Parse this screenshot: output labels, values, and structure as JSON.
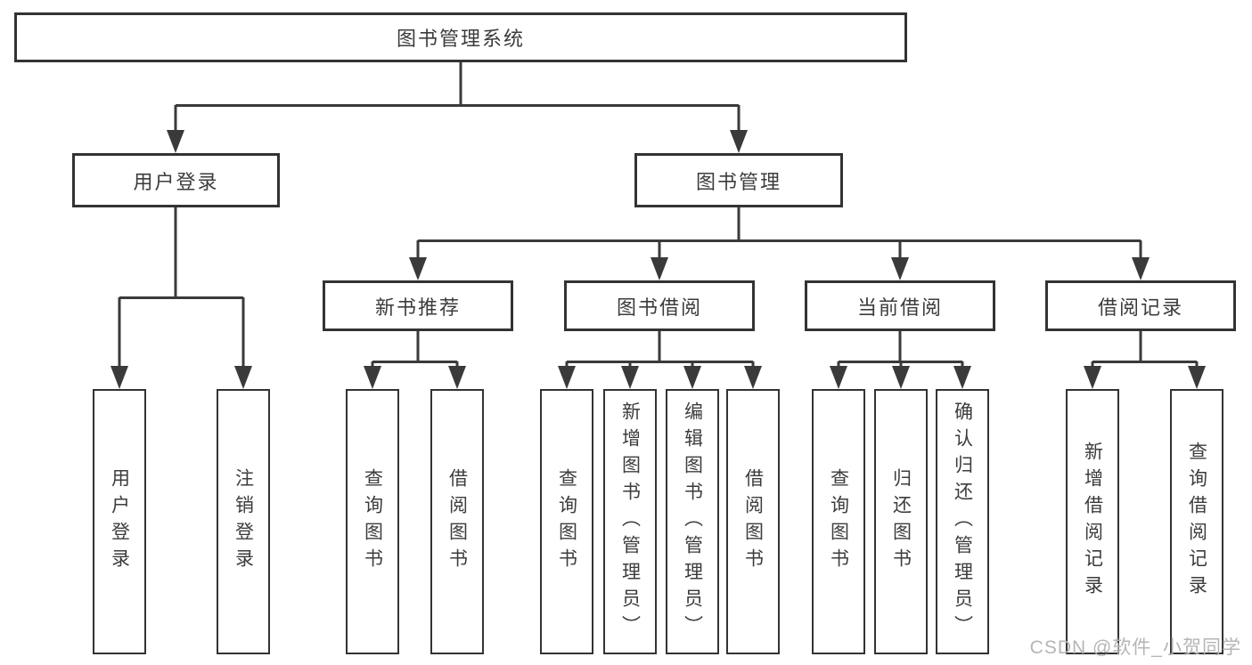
{
  "diagram": {
    "type": "hierarchy-tree",
    "root": {
      "label": "图书管理系统"
    },
    "level2": [
      {
        "id": "user-login",
        "label": "用户登录",
        "children": [
          {
            "label": "用户登录"
          },
          {
            "label": "注销登录"
          }
        ]
      },
      {
        "id": "book-management",
        "label": "图书管理",
        "modules": [
          {
            "id": "new-book-recommend",
            "label": "新书推荐",
            "children": [
              {
                "label": "查询图书"
              },
              {
                "label": "借阅图书"
              }
            ]
          },
          {
            "id": "book-borrow",
            "label": "图书借阅",
            "children": [
              {
                "label": "查询图书"
              },
              {
                "label": "新增图书（管理员）"
              },
              {
                "label": "编辑图书（管理员）"
              },
              {
                "label": "借阅图书"
              }
            ]
          },
          {
            "id": "current-borrow",
            "label": "当前借阅",
            "children": [
              {
                "label": "查询图书"
              },
              {
                "label": "归还图书"
              },
              {
                "label": "确认归还（管理员）"
              }
            ]
          },
          {
            "id": "borrow-records",
            "label": "借阅记录",
            "children": [
              {
                "label": "新增借阅记录"
              },
              {
                "label": "查询借阅记录"
              }
            ]
          }
        ]
      }
    ]
  },
  "watermark": {
    "text": "CSDN @软件_小贺同学"
  },
  "colors": {
    "line": "#3a3a3a",
    "box_border": "#333333",
    "text": "#3c3c3c",
    "watermark": "#b5b5b5",
    "background": "#ffffff"
  }
}
